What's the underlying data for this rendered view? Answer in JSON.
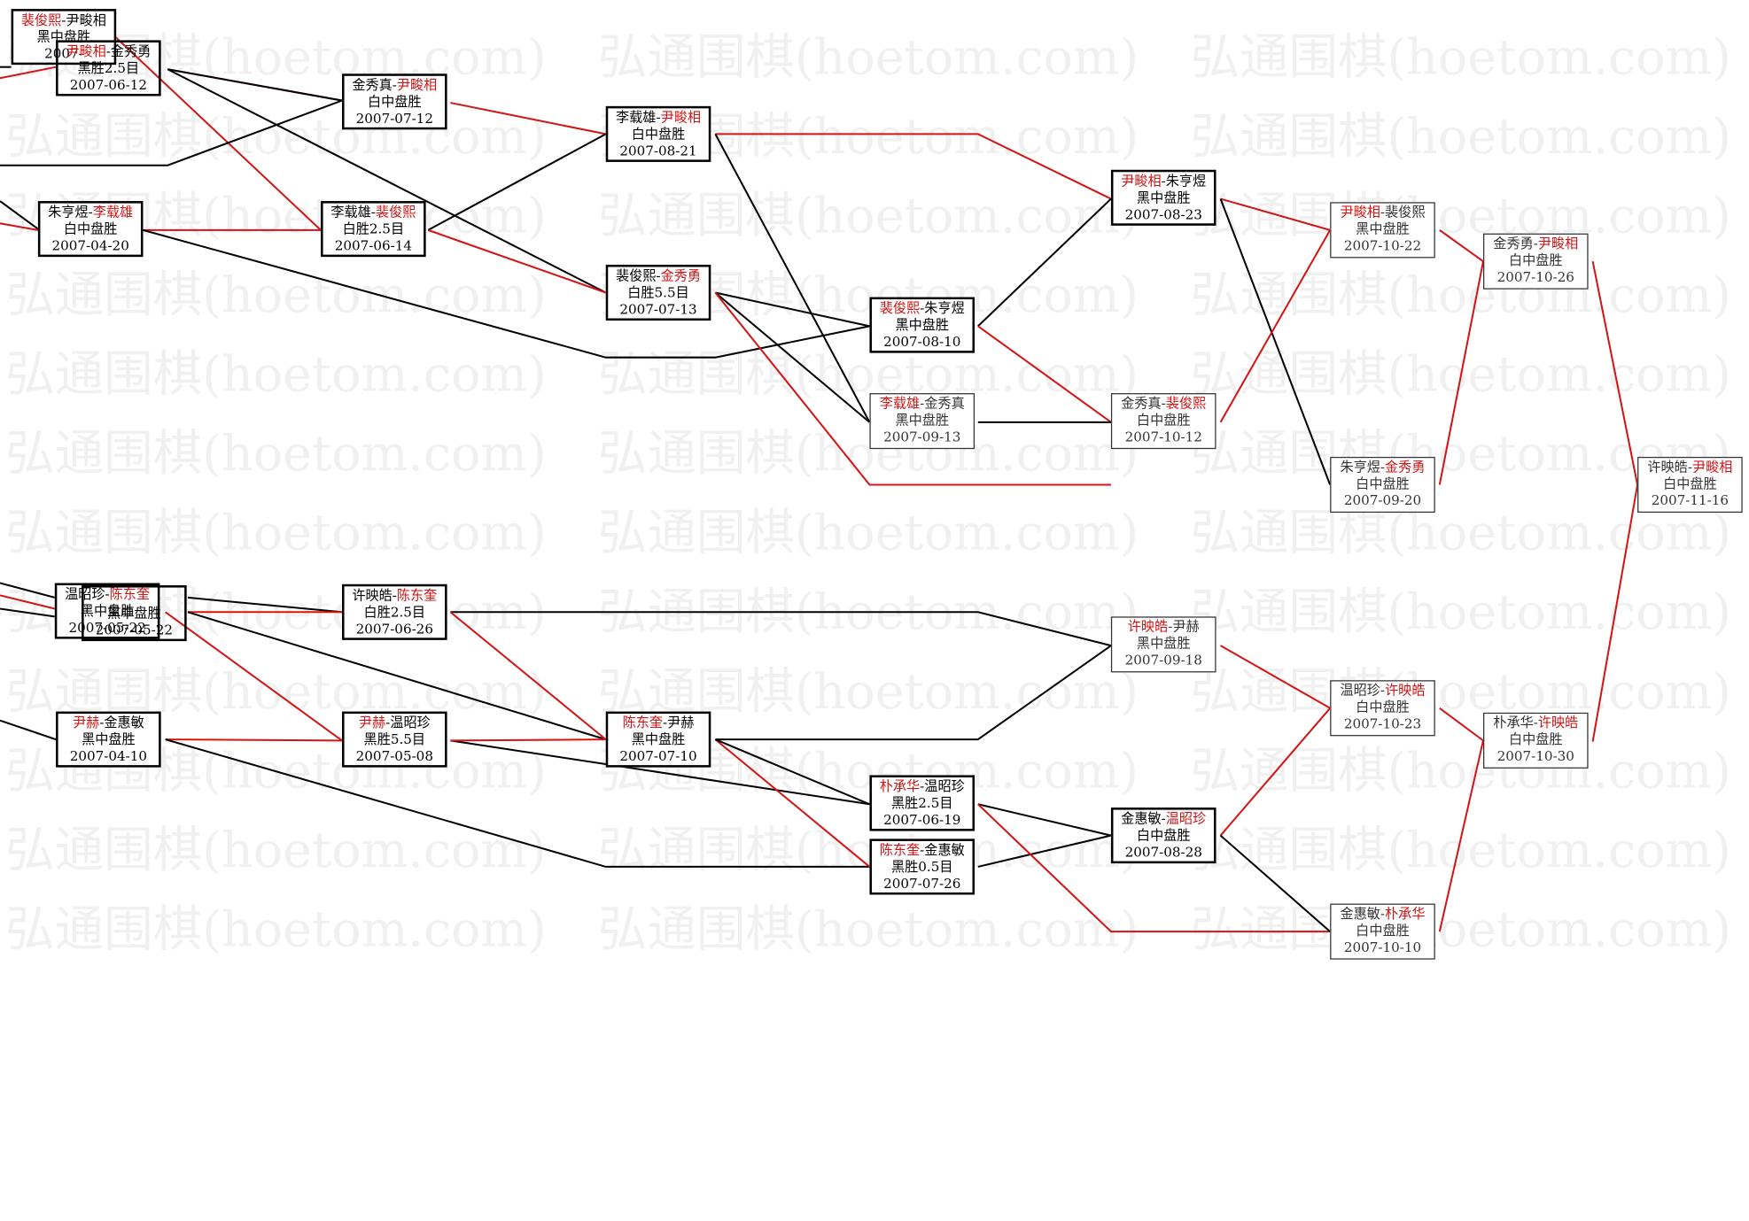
{
  "watermark": {
    "text": "弘通围棋(hoetom.com)"
  },
  "colors": {
    "winner": "#d41414",
    "line_black": "#000000",
    "line_red": "#d41414"
  },
  "games": [
    {
      "id": "r0a",
      "black": "裴俊熙",
      "white": "尹畯相",
      "winner": "black",
      "result": "黑中盘胜",
      "date": "2007-"
    },
    {
      "id": "r0b",
      "black": "尹畯相",
      "white": "金秀勇",
      "winner": "black",
      "result": "黑胜2.5目",
      "date": "2007-06-12"
    },
    {
      "id": "r0c",
      "black": "朱亨煜",
      "white": "李载雄",
      "winner": "white",
      "result": "白中盘胜",
      "date": "2007-04-20"
    },
    {
      "id": "r0d",
      "black": "温昭珍",
      "white": "陈东奎",
      "winner": "white",
      "result": "黑中盘胜",
      "date": "2007-05-22"
    },
    {
      "id": "r0e",
      "black": "尹赫",
      "white": "金惠敏",
      "winner": "black",
      "result": "黑中盘胜",
      "date": "2007-04-10"
    },
    {
      "id": "r1a",
      "black": "金秀真",
      "white": "尹畯相",
      "winner": "white",
      "result": "白中盘胜",
      "date": "2007-07-12"
    },
    {
      "id": "r1b",
      "black": "李载雄",
      "white": "裴俊熙",
      "winner": "white",
      "result": "白胜2.5目",
      "date": "2007-06-14"
    },
    {
      "id": "r1c",
      "black": "许映皓",
      "white": "陈东奎",
      "winner": "white",
      "result": "白胜2.5目",
      "date": "2007-06-26"
    },
    {
      "id": "r1d",
      "black": "尹赫",
      "white": "温昭珍",
      "winner": "black",
      "result": "黑胜5.5目",
      "date": "2007-05-08"
    },
    {
      "id": "r2a",
      "black": "李载雄",
      "white": "尹畯相",
      "winner": "white",
      "result": "白中盘胜",
      "date": "2007-08-21"
    },
    {
      "id": "r2b",
      "black": "裴俊熙",
      "white": "金秀勇",
      "winner": "white",
      "result": "白胜5.5目",
      "date": "2007-07-13"
    },
    {
      "id": "r2c",
      "black": "陈东奎",
      "white": "尹赫",
      "winner": "black",
      "result": "黑中盘胜",
      "date": "2007-07-10"
    },
    {
      "id": "r3a",
      "black": "裴俊熙",
      "white": "朱亨煜",
      "winner": "black",
      "result": "黑中盘胜",
      "date": "2007-08-10"
    },
    {
      "id": "r3b",
      "black": "李载雄",
      "white": "金秀真",
      "winner": "black",
      "result": "黑中盘胜",
      "date": "2007-09-13"
    },
    {
      "id": "r3c",
      "black": "朴承华",
      "white": "温昭珍",
      "winner": "black",
      "result": "黑胜2.5目",
      "date": "2007-06-19"
    },
    {
      "id": "r3d",
      "black": "陈东奎",
      "white": "金惠敏",
      "winner": "black",
      "result": "黑胜0.5目",
      "date": "2007-07-26"
    },
    {
      "id": "r4a",
      "black": "尹畯相",
      "white": "朱亨煜",
      "winner": "black",
      "result": "黑中盘胜",
      "date": "2007-08-23"
    },
    {
      "id": "r4b",
      "black": "金秀真",
      "white": "裴俊熙",
      "winner": "white",
      "result": "白中盘胜",
      "date": "2007-10-12"
    },
    {
      "id": "r4c",
      "black": "许映皓",
      "white": "尹赫",
      "winner": "black",
      "result": "黑中盘胜",
      "date": "2007-09-18"
    },
    {
      "id": "r4d",
      "black": "金惠敏",
      "white": "温昭珍",
      "winner": "white",
      "result": "白中盘胜",
      "date": "2007-08-28"
    },
    {
      "id": "r5a",
      "black": "尹畯相",
      "white": "裴俊熙",
      "winner": "black",
      "result": "黑中盘胜",
      "date": "2007-10-22"
    },
    {
      "id": "r5b",
      "black": "朱亨煜",
      "white": "金秀勇",
      "winner": "white",
      "result": "白中盘胜",
      "date": "2007-09-20"
    },
    {
      "id": "r5c",
      "black": "温昭珍",
      "white": "许映皓",
      "winner": "white",
      "result": "白中盘胜",
      "date": "2007-10-23"
    },
    {
      "id": "r5d",
      "black": "金惠敏",
      "white": "朴承华",
      "winner": "white",
      "result": "白中盘胜",
      "date": "2007-10-10"
    },
    {
      "id": "r6a",
      "black": "金秀勇",
      "white": "尹畯相",
      "winner": "white",
      "result": "白中盘胜",
      "date": "2007-10-26"
    },
    {
      "id": "r6b",
      "black": "朴承华",
      "white": "许映皓",
      "winner": "white",
      "result": "白中盘胜",
      "date": "2007-10-30"
    },
    {
      "id": "r7",
      "black": "许映皓",
      "white": "尹畯相",
      "winner": "white",
      "result": "白中盘胜",
      "date": "2007-11-16"
    }
  ],
  "overlay_games": [
    {
      "id": "ov0",
      "black": "",
      "white": "",
      "winner": "black",
      "result": "黑中盘胜",
      "date": "2007-05-22"
    }
  ]
}
